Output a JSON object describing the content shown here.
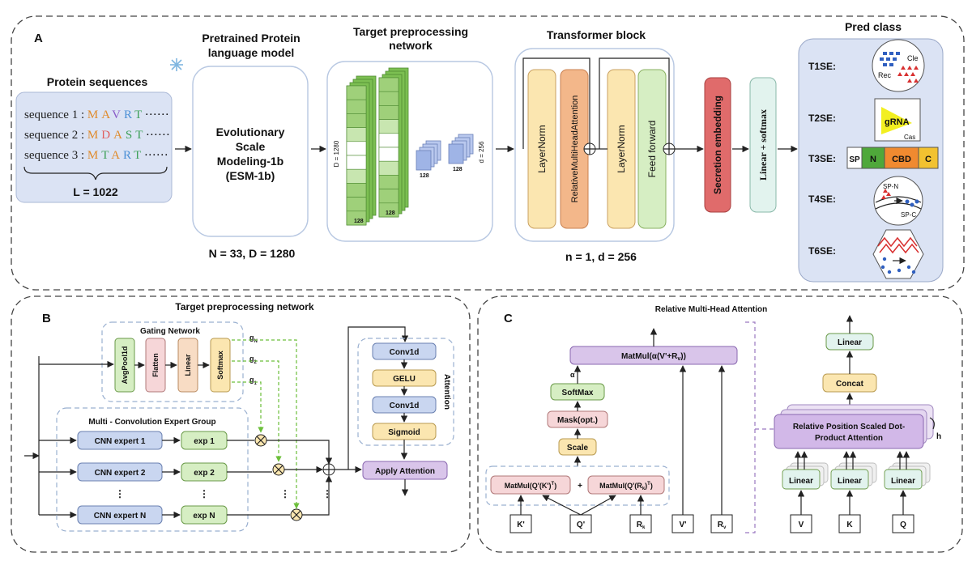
{
  "panels": {
    "a": "A",
    "b": "B",
    "c": "C"
  },
  "a": {
    "protein_sequences_title": "Protein sequences",
    "sequences": [
      {
        "label": "sequence 1 : ",
        "residues": [
          "M",
          "A",
          "V",
          "R",
          "T"
        ],
        "tail": " ······"
      },
      {
        "label": "sequence 2 : ",
        "residues": [
          "M",
          "D",
          "A",
          "S",
          "T"
        ],
        "tail": " ······"
      },
      {
        "label": "sequence 3 : ",
        "residues": [
          "M",
          "T",
          "A",
          "R",
          "T"
        ],
        "tail": " ······"
      }
    ],
    "length_label": "L = 1022",
    "plm_title_line1": "Pretrained Protein",
    "plm_title_line2": "language model",
    "esm_lines": [
      "Evolutionary",
      "Scale",
      "Modeling-1b",
      "(ESM-1b)"
    ],
    "plm_params": "N = 33, D = 1280",
    "tpn_title_line1": "Target preprocessing",
    "tpn_title_line2": "network",
    "tpn_d1280": "D = 1280",
    "tpn_128a": "128",
    "tpn_128b": "128",
    "tpn_128c": "128",
    "tpn_128d": "128",
    "tpn_d256": "d = 256",
    "transformer_title": "Transformer block",
    "transformer_blocks": [
      "LayerNorm",
      "RelativeMultiHeadAttention",
      "LayerNorm",
      "Feed forward"
    ],
    "transformer_params": "n = 1, d = 256",
    "secretion_embedding": "Secretion embedding",
    "linear_softmax": "Linear + softmax",
    "pred_class_title": "Pred class",
    "classes": [
      "T1SE:",
      "T2SE:",
      "T3SE:",
      "T4SE:",
      "T6SE:"
    ],
    "t1_labels": {
      "cle": "Cle",
      "rec": "Rec"
    },
    "t2_labels": {
      "grna": "gRNA",
      "cas": "Cas"
    },
    "t3_segments": [
      "SP",
      "N",
      "CBD",
      "C"
    ],
    "t4_labels": {
      "spn": "SP-N",
      "spc": "SP-C"
    }
  },
  "b": {
    "title": "Target preprocessing network",
    "gating_title": "Gating Network",
    "gating_blocks": [
      "AvgPool1d",
      "Flatten",
      "Linear",
      "Softmax"
    ],
    "gates": {
      "gn": "g",
      "gn_sub": "N",
      "g2": "g",
      "g2_sub": "2",
      "g1": "g",
      "g1_sub": "1",
      "vdots": "·\n·"
    },
    "expert_group_title": "Multi - Convolution Expert  Group",
    "experts": [
      "CNN expert 1",
      "CNN expert 2",
      "CNN expert N"
    ],
    "exps": [
      "exp 1",
      "exp 2",
      "exp N"
    ],
    "vdots": "⋮",
    "attention_label": "Attention",
    "attention_blocks": [
      "Conv1d",
      "GELU",
      "Conv1d",
      "Sigmoid"
    ],
    "apply_attention": "Apply Attention",
    "mult_symbol": "⊗",
    "plus_symbol": "⊕"
  },
  "c": {
    "title": "Relative Multi-Head Attention",
    "matmul_top": "MatMul(α(V'+R",
    "matmul_top_sub": "v",
    "matmul_top_end": "))",
    "alpha": "α",
    "softmax": "SoftMax",
    "mask": "Mask(opt.)",
    "scale": "Scale",
    "matmul_k": "MatMul(Q'(K')",
    "matmul_k_sup": "T",
    "matmul_k_end": ")",
    "plus": "+",
    "matmul_r": "MatMul(Q'(R",
    "matmul_r_sub": "k",
    "matmul_r_end": ")",
    "matmul_r_sup": "T",
    "inputs_left": [
      "K'",
      "Q'",
      "R",
      "V'",
      "R"
    ],
    "inputs_left_subs": [
      "",
      "",
      "k",
      "",
      "v"
    ],
    "right_linear_top": "Linear",
    "concat": "Concat",
    "rpsdpa_line1": "Relative Position Scaled Dot-",
    "rpsdpa_line2": "Product Attention",
    "h": "h",
    "linears": [
      "Linear",
      "Linear",
      "Linear"
    ],
    "inputs_right": [
      "V",
      "K",
      "Q"
    ]
  },
  "colors": {
    "blue_panel": "#dbe3f4",
    "green": "#6fae48",
    "orange_block": "#f3b78a",
    "yellow_block": "#fbe6b0",
    "green_block": "#d6eec3",
    "red_block": "#e06b6b",
    "purple_block": "#d9c5ea"
  }
}
